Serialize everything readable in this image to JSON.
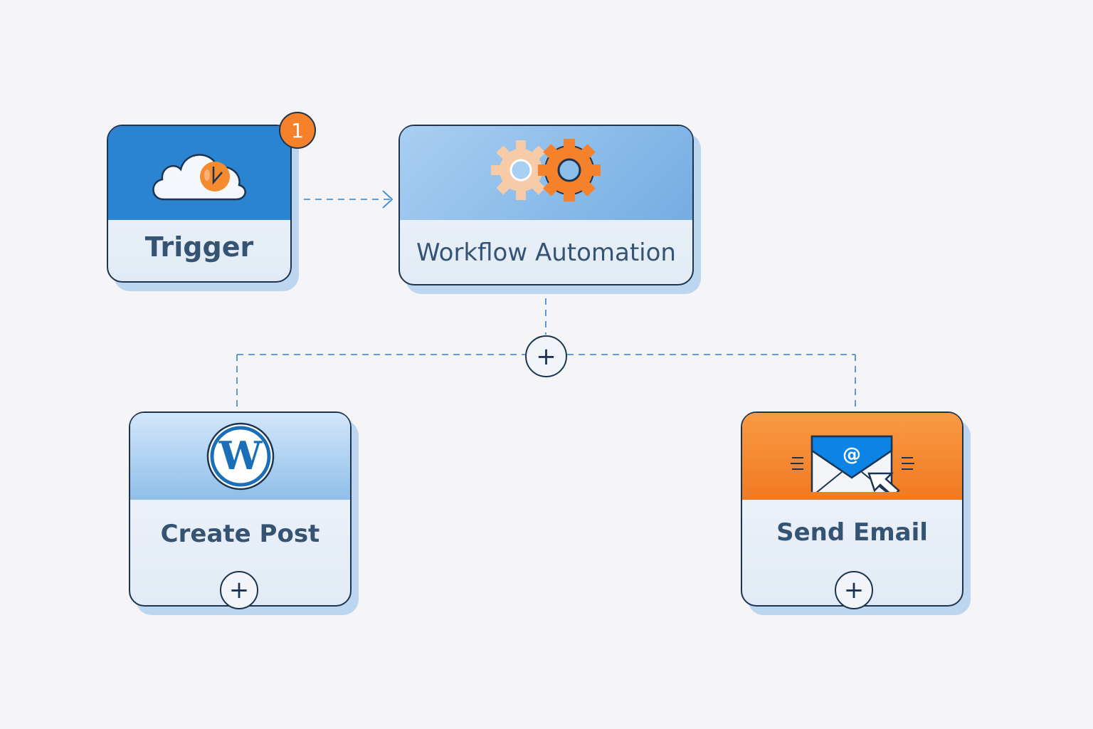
{
  "nodes": {
    "trigger": {
      "label": "Trigger",
      "badge": "1",
      "icon": "cloud-clock-icon",
      "color": "#2a84d2"
    },
    "workflow": {
      "label": "Workflow Automation",
      "icon": "gears-icon",
      "color": "#8dbde9"
    },
    "create_post": {
      "label": "Create Post",
      "icon": "wordpress-icon",
      "color": "#9cc6ee"
    },
    "send_email": {
      "label": "Send Email",
      "icon": "email-click-icon",
      "color": "#f58a2e"
    }
  },
  "add_button": {
    "symbol": "+"
  },
  "colors": {
    "connector": "#4a90d6",
    "border": "#1d3450",
    "accent": "#f58a2e",
    "badge": "#f5822a"
  }
}
